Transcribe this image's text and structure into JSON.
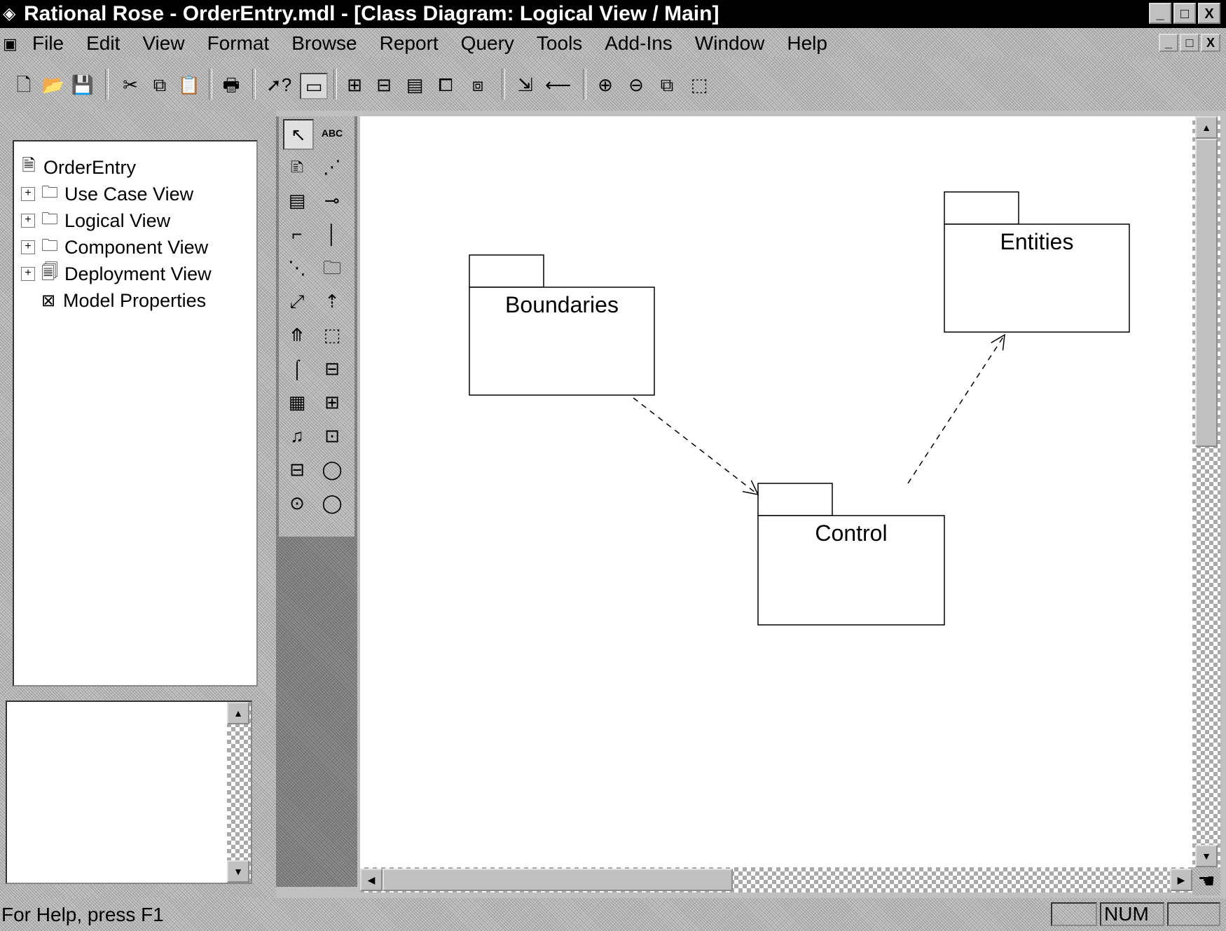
{
  "window": {
    "title": "Rational Rose - OrderEntry.mdl - [Class Diagram: Logical View / Main]",
    "app_icon": "rose-diamond-icon",
    "controls": [
      "_",
      "□",
      "X"
    ]
  },
  "menu": {
    "items": [
      "File",
      "Edit",
      "View",
      "Format",
      "Browse",
      "Report",
      "Query",
      "Tools",
      "Add-Ins",
      "Window",
      "Help"
    ],
    "doc_controls": [
      "_",
      "□",
      "X"
    ]
  },
  "toolbar": {
    "buttons": [
      "new-icon",
      "open-icon",
      "save-icon",
      "cut-icon",
      "copy-icon",
      "paste-icon",
      "print-icon",
      "context-help-icon",
      "view-documentation-icon",
      "browse-class-diagram-icon",
      "browse-interaction-diagram-icon",
      "browse-component-diagram-icon",
      "browse-deployment-diagram-icon",
      "browse-parent-icon",
      "browse-previous-diagram-icon",
      "back-icon",
      "zoom-in-icon",
      "zoom-out-icon",
      "fit-in-window-icon",
      "undo-fit-icon"
    ]
  },
  "browser": {
    "root": "OrderEntry",
    "items": [
      {
        "label": "Use Case View",
        "expandable": true,
        "icon": "folder-icon"
      },
      {
        "label": "Logical View",
        "expandable": true,
        "icon": "folder-icon"
      },
      {
        "label": "Component View",
        "expandable": true,
        "icon": "folder-icon"
      },
      {
        "label": "Deployment View",
        "expandable": true,
        "icon": "deployment-icon"
      },
      {
        "label": "Model Properties",
        "expandable": false,
        "icon": "properties-icon"
      }
    ]
  },
  "toolbox": {
    "tools": [
      "selection-arrow-icon",
      "text-box-icon",
      "note-icon",
      "anchor-note-icon",
      "class-icon",
      "interface-icon",
      "association-icon",
      "unidirectional-association-icon",
      "aggregation-icon",
      "generalization-icon",
      "dependency-icon",
      "package-icon",
      "realize-icon",
      "instantiates-icon",
      "parameterized-class-icon",
      "class-utility-icon",
      "instantiated-class-icon",
      "use-case-icon",
      "actor-icon",
      "boundary-class-icon",
      "control-class-icon",
      "entity-class-icon"
    ]
  },
  "diagram": {
    "packages": [
      {
        "name": "Boundaries"
      },
      {
        "name": "Entities"
      },
      {
        "name": "Control"
      }
    ],
    "dependencies": [
      {
        "from": "Boundaries",
        "to": "Control"
      },
      {
        "from": "Control",
        "to": "Entities"
      }
    ]
  },
  "status": {
    "message": "For Help, press F1",
    "num": "NUM"
  }
}
